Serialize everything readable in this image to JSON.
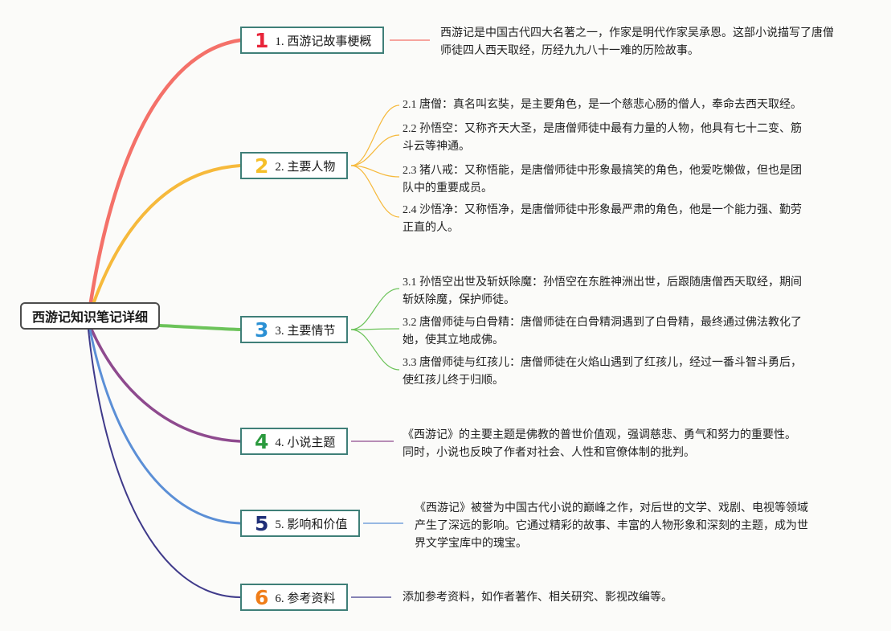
{
  "root": {
    "title": "西游记知识笔记详细"
  },
  "topics": [
    {
      "number": "1",
      "label": "1. 西游记故事梗概",
      "color": "#e8253a"
    },
    {
      "number": "2",
      "label": "2. 主要人物",
      "color": "#f5bf29"
    },
    {
      "number": "3",
      "label": "3. 主要情节",
      "color": "#2b90d4"
    },
    {
      "number": "4",
      "label": "4. 小说主题",
      "color": "#2b9a3e"
    },
    {
      "number": "5",
      "label": "5. 影响和价值",
      "color": "#1f2f78"
    },
    {
      "number": "6",
      "label": "6. 参考资料",
      "color": "#f07e1a"
    }
  ],
  "branch_colors": [
    "#f47169",
    "#f6b93b",
    "#6cc35a",
    "#8e4a8e",
    "#5b8fd6",
    "#3f3a8a"
  ],
  "notes": {
    "t1": [
      "西游记是中国古代四大名著之一，作家是明代作家吴承恩。这部小说描写了唐僧",
      "师徒四人西天取经，历经九九八十一难的历险故事。"
    ],
    "t2_1": [
      "2.1 唐僧：真名叫玄奘，是主要角色，是一个慈悲心肠的僧人，奉命去西天取经。"
    ],
    "t2_2": [
      "2.2 孙悟空：又称齐天大圣，是唐僧师徒中最有力量的人物，他具有七十二变、筋",
      "斗云等神通。"
    ],
    "t2_3": [
      "2.3 猪八戒：又称悟能，是唐僧师徒中形象最搞笑的角色，他爱吃懒做，但也是团",
      "队中的重要成员。"
    ],
    "t2_4": [
      "2.4 沙悟净：又称悟净，是唐僧师徒中形象最严肃的角色，他是一个能力强、勤劳",
      "正直的人。"
    ],
    "t3_1": [
      "3.1 孙悟空出世及斩妖除魔：孙悟空在东胜神洲出世，后跟随唐僧西天取经，期间",
      "斩妖除魔，保护师徒。"
    ],
    "t3_2": [
      "3.2 唐僧师徒与白骨精：唐僧师徒在白骨精洞遇到了白骨精，最终通过佛法教化了",
      "她，使其立地成佛。"
    ],
    "t3_3": [
      "3.3 唐僧师徒与红孩儿：唐僧师徒在火焰山遇到了红孩儿，经过一番斗智斗勇后，",
      "使红孩儿终于归顺。"
    ],
    "t4": [
      "《西游记》的主要主题是佛教的普世价值观，强调慈悲、勇气和努力的重要性。",
      "同时，小说也反映了作者对社会、人性和官僚体制的批判。"
    ],
    "t5": [
      "《西游记》被誉为中国古代小说的巅峰之作，对后世的文学、戏剧、电视等领域",
      "产生了深远的影响。它通过精彩的故事、丰富的人物形象和深刻的主题，成为世",
      "界文学宝库中的瑰宝。"
    ],
    "t6": [
      "添加参考资料，如作者著作、相关研究、影视改编等。"
    ]
  }
}
